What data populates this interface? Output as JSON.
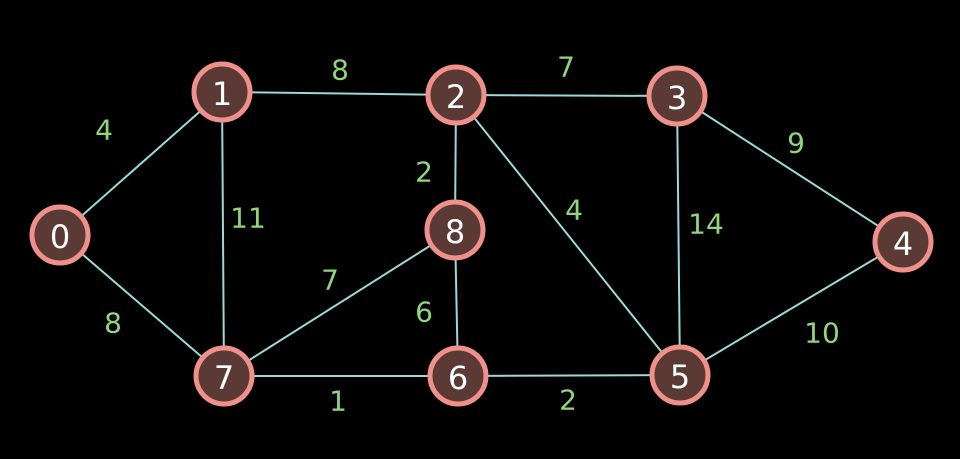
{
  "colors": {
    "background": "#000000",
    "edge": "#9cd8d8",
    "node_fill": "#5b3a35",
    "node_stroke": "#f0908a",
    "node_text": "#ffffff",
    "weight_text": "#8fd67d"
  },
  "nodes": [
    {
      "id": "0",
      "label": "0"
    },
    {
      "id": "1",
      "label": "1"
    },
    {
      "id": "2",
      "label": "2"
    },
    {
      "id": "3",
      "label": "3"
    },
    {
      "id": "4",
      "label": "4"
    },
    {
      "id": "5",
      "label": "5"
    },
    {
      "id": "6",
      "label": "6"
    },
    {
      "id": "7",
      "label": "7"
    },
    {
      "id": "8",
      "label": "8"
    }
  ],
  "edges": [
    {
      "from": "0",
      "to": "1",
      "weight": "4"
    },
    {
      "from": "0",
      "to": "7",
      "weight": "8"
    },
    {
      "from": "1",
      "to": "2",
      "weight": "8"
    },
    {
      "from": "1",
      "to": "7",
      "weight": "11"
    },
    {
      "from": "2",
      "to": "3",
      "weight": "7"
    },
    {
      "from": "2",
      "to": "8",
      "weight": "2"
    },
    {
      "from": "2",
      "to": "5",
      "weight": "4"
    },
    {
      "from": "3",
      "to": "4",
      "weight": "9"
    },
    {
      "from": "3",
      "to": "5",
      "weight": "14"
    },
    {
      "from": "4",
      "to": "5",
      "weight": "10"
    },
    {
      "from": "7",
      "to": "8",
      "weight": "7"
    },
    {
      "from": "7",
      "to": "6",
      "weight": "1"
    },
    {
      "from": "8",
      "to": "6",
      "weight": "6"
    },
    {
      "from": "6",
      "to": "5",
      "weight": "2"
    }
  ]
}
